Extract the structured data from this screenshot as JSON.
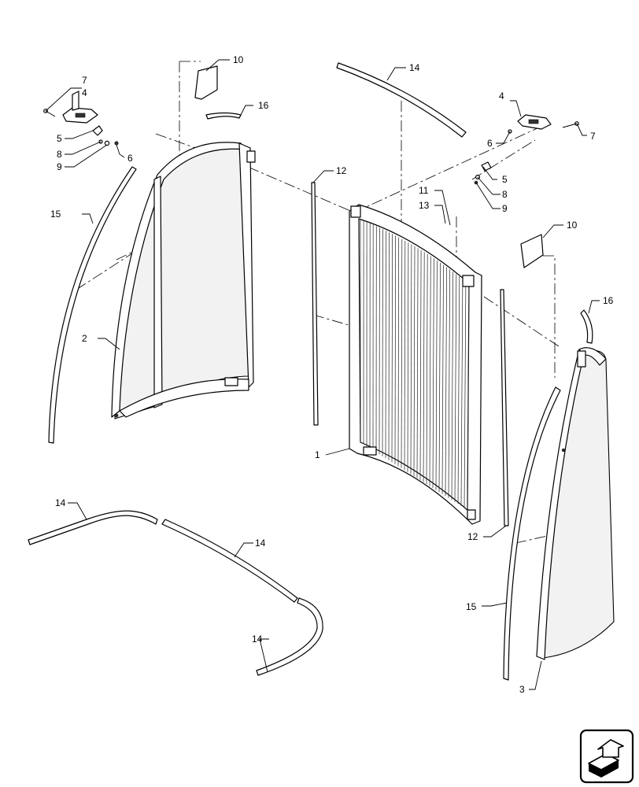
{
  "callouts": {
    "c1": "1",
    "c2": "2",
    "c3": "3",
    "c4a": "4",
    "c4b": "4",
    "c5a": "5",
    "c5b": "5",
    "c6a": "6",
    "c6b": "6",
    "c7a": "7",
    "c7b": "7",
    "c8a": "8",
    "c8b": "8",
    "c9a": "9",
    "c9b": "9",
    "c10a": "10",
    "c10b": "10",
    "c11": "11",
    "c12a": "12",
    "c12b": "12",
    "c13": "13",
    "c14a": "14",
    "c14b": "14",
    "c14c": "14",
    "c14d": "14",
    "c15a": "15",
    "c15b": "15",
    "c16a": "16",
    "c16b": "16"
  },
  "nav_icon": "navigation-arrow-icon"
}
